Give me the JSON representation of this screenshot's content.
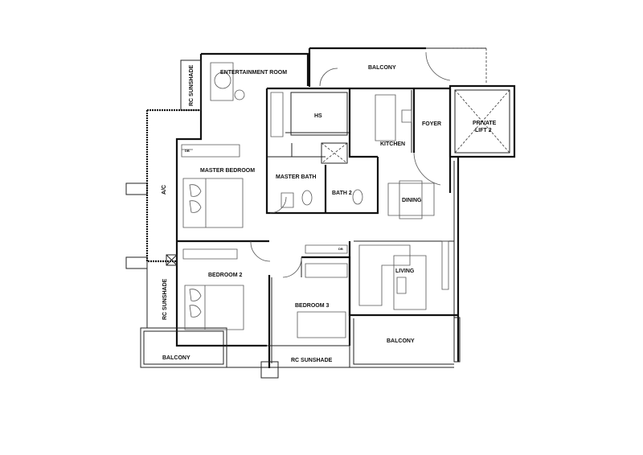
{
  "plan": {
    "rooms": {
      "entertainment_room": "ENTERTAINMENT ROOM",
      "balcony_top": "BALCONY",
      "rc_sunshade_top": "RC SUNSHADE",
      "hs": "HS",
      "kitchen": "KITCHEN",
      "foyer": "FOYER",
      "private_lift": "PRIVATE",
      "private_lift_2": "LIFT 2",
      "master_bedroom": "MASTER BEDROOM",
      "master_bath": "MASTER BATH",
      "bath_2": "BATH 2",
      "dining": "DINING",
      "ac": "A/C",
      "bedroom_2": "BEDROOM 2",
      "bedroom_3": "BEDROOM 3",
      "living": "LIVING",
      "rc_sunshade_left": "RC SUNSHADE",
      "balcony_left": "BALCONY",
      "rc_sunshade_bottom": "RC SUNSHADE",
      "balcony_right": "BALCONY"
    },
    "db_label": "DB"
  }
}
